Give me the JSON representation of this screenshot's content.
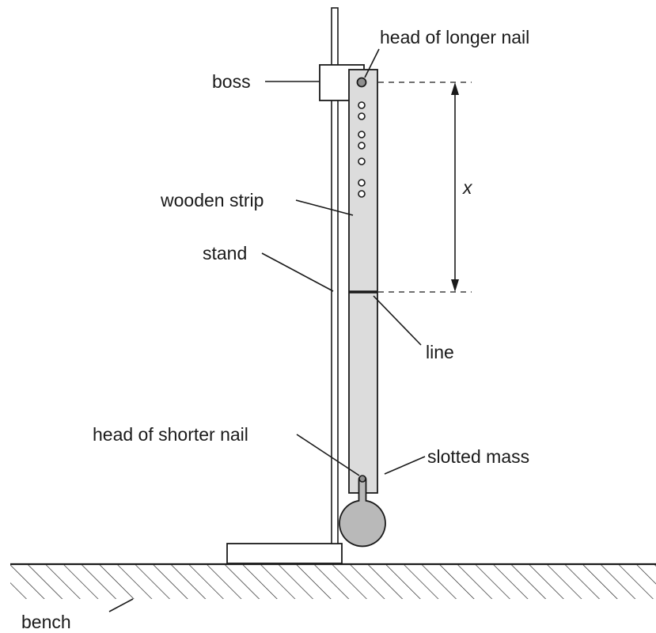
{
  "labels": {
    "head_longer_nail": "head of longer nail",
    "boss": "boss",
    "x": "x",
    "wooden_strip": "wooden strip",
    "stand": "stand",
    "line": "line",
    "head_shorter_nail": "head of shorter nail",
    "slotted_mass": "slotted mass",
    "bench": "bench"
  },
  "colors": {
    "ink": "#1a1a1a",
    "strip_fill": "#dcdcdc",
    "mass_fill": "#b9b9b9",
    "nail_fill": "#8f8f8f"
  }
}
